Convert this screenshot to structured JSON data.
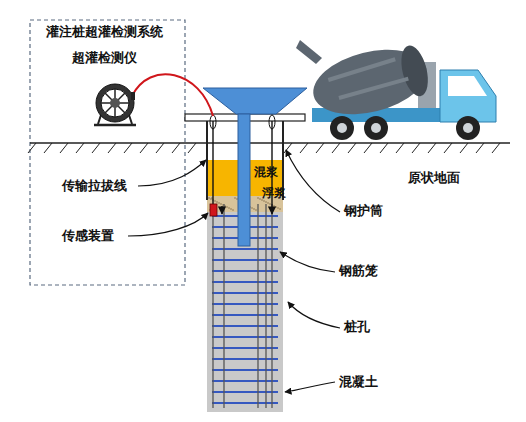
{
  "diagram": {
    "title": "灌注桩超灌检测系统",
    "labels": [
      "超灌检测仪",
      "传输拉拔线",
      "传感装置",
      "混浆",
      "浮浆",
      "钢护筒",
      "原状地面",
      "钢筋笼",
      "桩孔",
      "混凝土"
    ]
  }
}
